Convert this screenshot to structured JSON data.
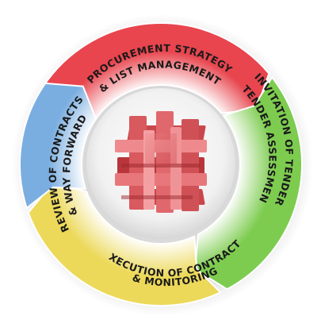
{
  "diagram": {
    "segments": [
      {
        "id": "procurement",
        "line1": "PROCUREMENT STRATEGY",
        "line2": "& LIST MANAGEMENT",
        "color": "#e8454e"
      },
      {
        "id": "invitation",
        "line1": "INVITATION OF TENDER",
        "line2": "& TENDER ASSESSMENT",
        "color": "#7dcc4f"
      },
      {
        "id": "execution",
        "line1": "EXECUTION OF CONTRACTS",
        "line2": "& MONITORING",
        "color": "#ecd95a"
      },
      {
        "id": "review",
        "line1": "REVIEW OF CONTRACTS",
        "line2": "& WAY FORWARD",
        "color": "#7aaee0"
      }
    ],
    "center_icon": "red-puzzle-cube-icon"
  }
}
